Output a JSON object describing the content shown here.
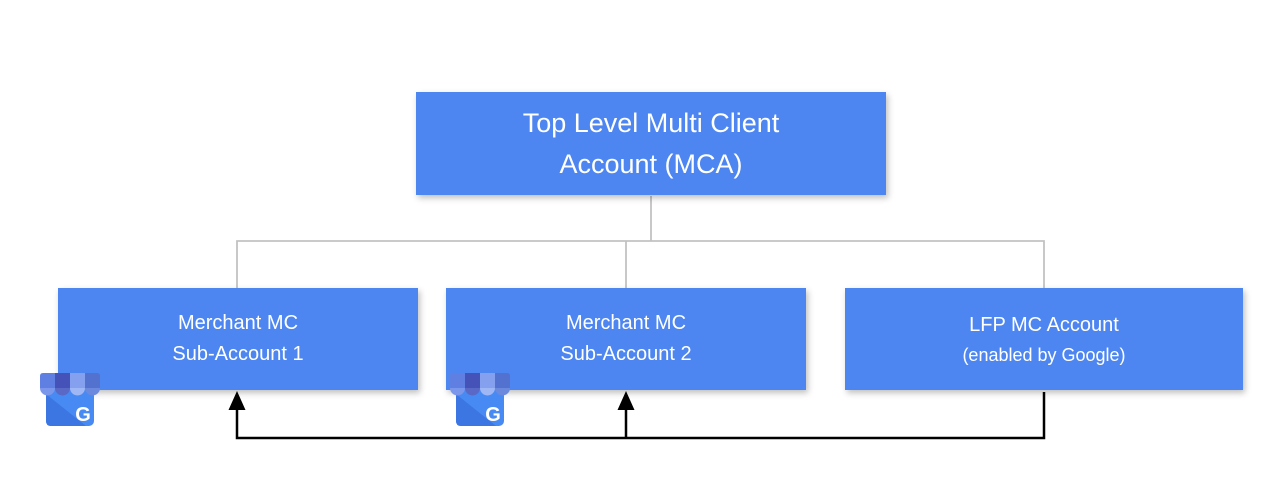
{
  "diagram": {
    "icon_glyph": "G",
    "nodes": {
      "mca": {
        "line1": "Top Level Multi Client",
        "line2": "Account (MCA)"
      },
      "sub1": {
        "line1": "Merchant MC",
        "line2": "Sub-Account 1"
      },
      "sub2": {
        "line1": "Merchant MC",
        "line2": "Sub-Account 2"
      },
      "lfp": {
        "line1": "LFP MC Account",
        "line2": "(enabled by Google)"
      }
    },
    "icons": {
      "sub1_badge": "google-business-storefront-icon",
      "sub2_badge": "google-business-storefront-icon"
    },
    "colors": {
      "background": "#ffffff",
      "node_fill": "#4d86f0",
      "node_text": "#ffffff",
      "tree_connector": "#c2c2c2",
      "feedback_arrow": "#000000",
      "icon_body": "#478af3",
      "icon_body_shade": "#3c76e3",
      "icon_awning_1": "#5f80e2",
      "icon_awning_2": "#4553b8",
      "icon_awning_3": "#85a0ef",
      "icon_awning_4": "#5372d0",
      "icon_scallop_1": "#7b97ec",
      "icon_scallop_2": "#5a68c6",
      "icon_scallop_3": "#9fb7f5",
      "icon_scallop_4": "#6b8ade",
      "icon_letter": "#ffffff"
    }
  }
}
